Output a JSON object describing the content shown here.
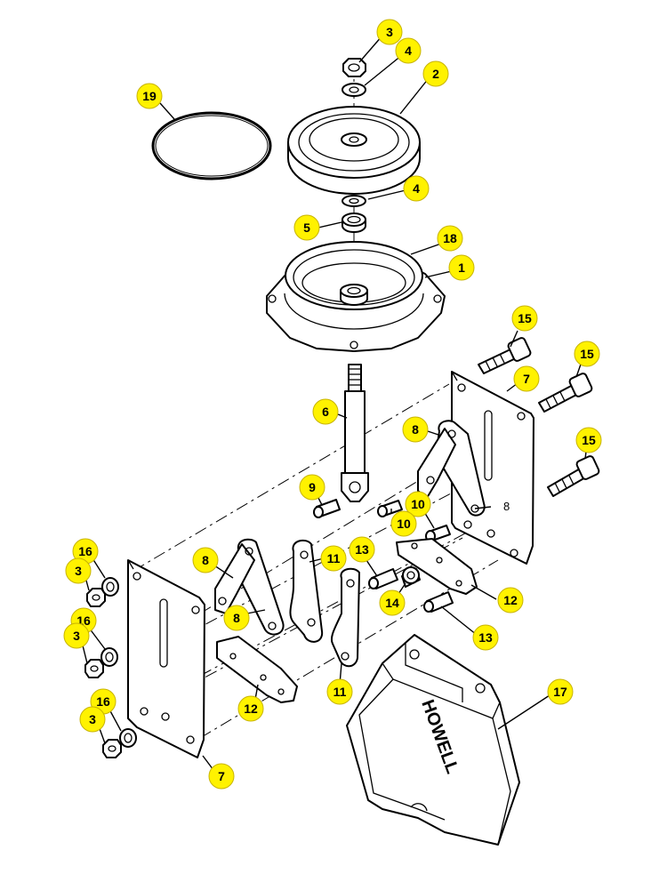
{
  "callouts": [
    {
      "id": "c3a",
      "label": "3"
    },
    {
      "id": "c4a",
      "label": "4"
    },
    {
      "id": "c2",
      "label": "2"
    },
    {
      "id": "c19",
      "label": "19"
    },
    {
      "id": "c4b",
      "label": "4"
    },
    {
      "id": "c5",
      "label": "5"
    },
    {
      "id": "c18",
      "label": "18"
    },
    {
      "id": "c1",
      "label": "1"
    },
    {
      "id": "c15a",
      "label": "15"
    },
    {
      "id": "c15b",
      "label": "15"
    },
    {
      "id": "c7a",
      "label": "7"
    },
    {
      "id": "c6",
      "label": "6"
    },
    {
      "id": "c8a",
      "label": "8"
    },
    {
      "id": "c15c",
      "label": "15"
    },
    {
      "id": "c9",
      "label": "9"
    },
    {
      "id": "c10a",
      "label": "10"
    },
    {
      "id": "c10b",
      "label": "10"
    },
    {
      "id": "c16a",
      "label": "16"
    },
    {
      "id": "c8b",
      "label": "8"
    },
    {
      "id": "c11a",
      "label": "11"
    },
    {
      "id": "c13a",
      "label": "13"
    },
    {
      "id": "c3b",
      "label": "3"
    },
    {
      "id": "c12a",
      "label": "12"
    },
    {
      "id": "c14",
      "label": "14"
    },
    {
      "id": "c8c",
      "label": "8"
    },
    {
      "id": "c16b",
      "label": "16"
    },
    {
      "id": "c3c",
      "label": "3"
    },
    {
      "id": "c13b",
      "label": "13"
    },
    {
      "id": "c17",
      "label": "17"
    },
    {
      "id": "c12b",
      "label": "12"
    },
    {
      "id": "c11b",
      "label": "11"
    },
    {
      "id": "c16c",
      "label": "16"
    },
    {
      "id": "c3d",
      "label": "3"
    },
    {
      "id": "c7b",
      "label": "7"
    }
  ],
  "plain_labels": [
    {
      "id": "p8",
      "label": "8"
    }
  ],
  "cover": {
    "brand": "HOWELL"
  }
}
